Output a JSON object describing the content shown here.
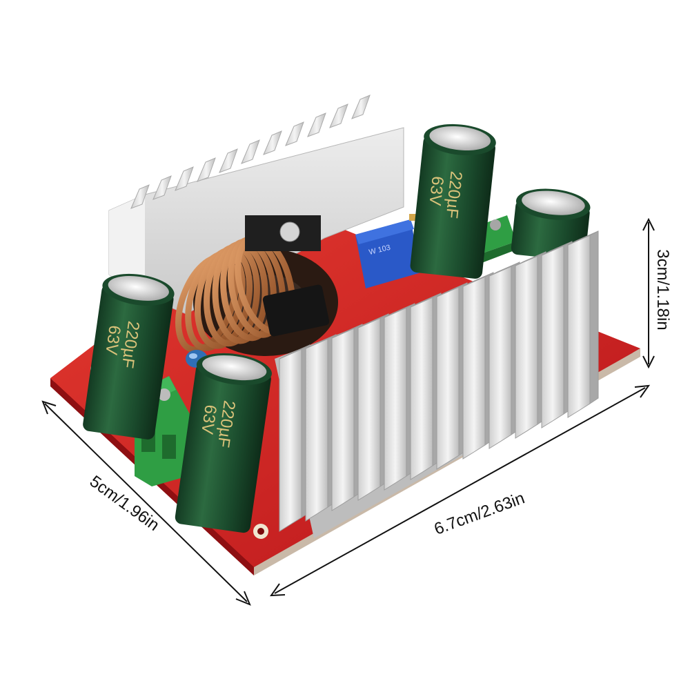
{
  "dimensions": {
    "height_label": "3cm/1.18in",
    "width_label": "6.7cm/2.63in",
    "depth_label": "5cm/1.96in"
  },
  "capacitor_marking": {
    "capacitance": "220µF",
    "voltage": "63V"
  },
  "potentiometer_marking": "W 103",
  "colors": {
    "pcb": "#d8201f",
    "heatsink": "#e6e6e6",
    "capacitor": "#1f4a2c",
    "terminal": "#2f9e44",
    "trimpot": "#2a59c8",
    "copper": "#b8683a"
  }
}
